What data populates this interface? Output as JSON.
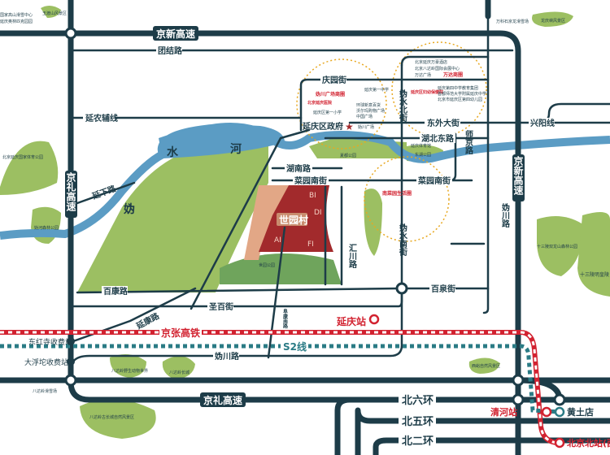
{
  "highways": {
    "jingxin": "京新高速",
    "jingli": "京礼高速",
    "bei_liu_huan": "北六环",
    "bei_wu_huan": "北五环",
    "bei_er_huan": "北二环"
  },
  "roads": {
    "tuanjie": "团结路",
    "yannong": "延农辅线",
    "yanxia": "延下路",
    "qingyuan": "庆园街",
    "dongwai": "东外大街",
    "xingyang": "兴阳线",
    "hubeidong": "湖北东路",
    "hunan": "湖南路",
    "caiyuannan": "菜园南街",
    "caiyuannan2": "菜园南街",
    "guishuibei": "妫水北街",
    "guishuinan": "妫水南街",
    "huichuan": "汇川路",
    "baiquan": "百泉街",
    "baikang": "百康路",
    "shengbai": "圣百街",
    "yankang": "延康路",
    "guichuan": "妫川路",
    "guichuan_ring": "妫川路",
    "jingzhang_road": "阜康南路",
    "shijing": "师京路"
  },
  "water": {
    "shui": "水",
    "he": "河",
    "gui": "妫"
  },
  "rail": {
    "jingzhang": "京张高铁",
    "s2": "S2线",
    "yanqing_station": "延庆站",
    "qinghe_station": "清河站",
    "huangtudian": "黄土店",
    "beijing_north": "北京北站(西直"
  },
  "toll": {
    "donghongsi": "东红寺收费站",
    "dayangtuo": "大浮坨收费站",
    "badaling": "八达岭滑雪场"
  },
  "landmarks": {
    "district_gov": "延庆区政府",
    "project": "世园村",
    "plots": [
      "BI",
      "DI",
      "AI",
      "FI"
    ],
    "guichuan_biz": "妫川广场商圈",
    "wanda_biz": "万达商圈",
    "caiyuan_biz": "南菜园生活圈",
    "hospital": "北京延庆医院",
    "maternity": "延庆区妇幼保健院"
  },
  "pois": [
    "北京延庆万豪酒店",
    "北京八达岭国际会展中心",
    "万达广场",
    "延庆第四中学教育集团",
    "首都师范大学附属延庆中学",
    "北京市延庆区第四幼儿园",
    "延庆第一中学",
    "环球新意百货",
    "沃尔玛购物广场",
    "中国广场",
    "延庆区第一小学",
    "妫川广场",
    "延庆体育馆",
    "万科石京龙滑雪场",
    "国家高山滑雪中心",
    "延庆奥林匹克园园"
  ],
  "parks": [
    "玉渡山风景区",
    "龙庆峡风景区",
    "北京延庆国家体育公园",
    "妫河森林公园",
    "夏都公园",
    "东湖公园",
    "十三陵双龙山森林公园",
    "十三陵明皇陵",
    "八达岭野生动物世界",
    "八达岭长城",
    "八达岭古长城自然风景区",
    "西峪自然风景区",
    "世园公园"
  ],
  "colors": {
    "road": "#1d3c48",
    "river": "#5b9cc4",
    "park": "#9cbf62",
    "project": "#a22a2c",
    "rail_red": "#d22230",
    "rail_teal": "#2a7b85"
  }
}
